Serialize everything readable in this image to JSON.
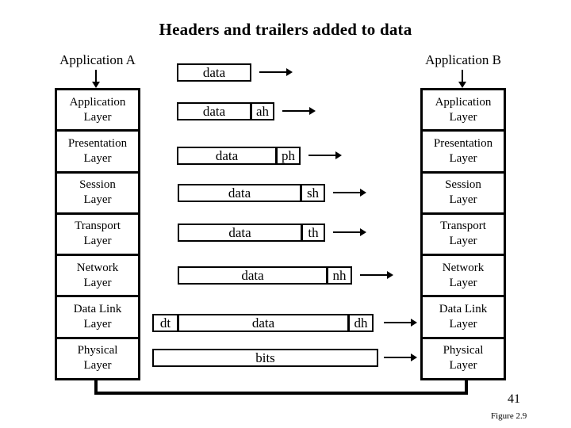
{
  "title": "Headers and trailers added to data",
  "endpoints": {
    "left_label": "Application A",
    "right_label": "Application B"
  },
  "left_stack": {
    "layers": [
      "Application\nLayer",
      "Presentation\nLayer",
      "Session\nLayer",
      "Transport\nLayer",
      "Network\nLayer",
      "Data Link\nLayer",
      "Physical\nLayer"
    ]
  },
  "right_stack": {
    "layers": [
      "Application\nLayer",
      "Presentation\nLayer",
      "Session\nLayer",
      "Transport\nLayer",
      "Network\nLayer",
      "Data Link\nLayer",
      "Physical\nLayer"
    ]
  },
  "flows": [
    {
      "segments": [
        "data"
      ]
    },
    {
      "segments": [
        "data",
        "ah"
      ]
    },
    {
      "segments": [
        "data",
        "ph"
      ]
    },
    {
      "segments": [
        "data",
        "sh"
      ]
    },
    {
      "segments": [
        "data",
        "th"
      ]
    },
    {
      "segments": [
        "data",
        "nh"
      ]
    },
    {
      "segments": [
        "dt",
        "data",
        "dh"
      ]
    },
    {
      "segments": [
        "bits"
      ]
    }
  ],
  "icons": {
    "down_arrow": "↓",
    "flow_arrow": "→"
  },
  "colors": {
    "ink": "#000000",
    "background": "#ffffff"
  },
  "footer": {
    "page_number": "41",
    "figure_caption": "Figure 2.9"
  }
}
